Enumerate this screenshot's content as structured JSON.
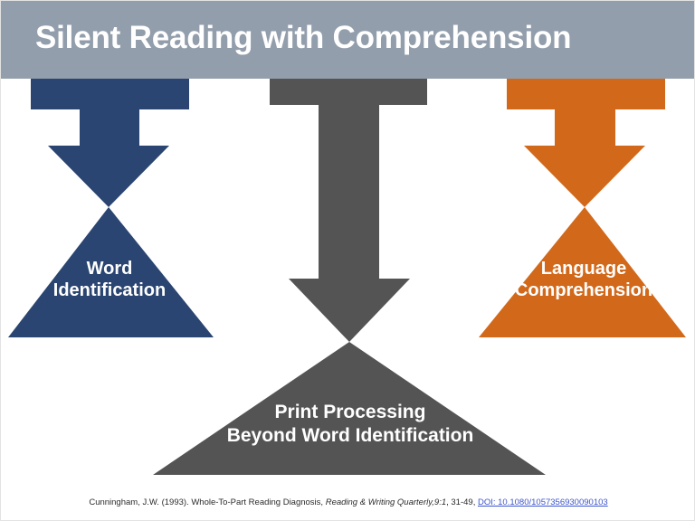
{
  "header": {
    "title": "Silent Reading with Comprehension",
    "background_color": "#939eac",
    "text_color": "#ffffff"
  },
  "diagram": {
    "type": "funnel-arrow-triangle-diagram",
    "shapes": [
      {
        "id": "word-identification",
        "label": "Word\nIdentification",
        "color": "#2a4571",
        "role": "left-input-arrow-and-triangle"
      },
      {
        "id": "print-processing",
        "label": "Print Processing\nBeyond Word Identification",
        "color": "#545454",
        "role": "center-input-arrow-and-triangle"
      },
      {
        "id": "language-comprehension",
        "label": "Language\nComprehension",
        "color": "#d2691a",
        "role": "right-input-arrow-and-triangle"
      }
    ],
    "colors": {
      "blue": "#2a4571",
      "gray": "#545454",
      "orange": "#d2691a",
      "header_gray": "#939eac",
      "background": "#ffffff"
    }
  },
  "citation": {
    "part1": "Cunningham, J.W. (1993). Whole-To-Part Reading Diagnosis, ",
    "journal": "Reading & Writing Quarterly,",
    "volume_issue": "9:1",
    "pages": ", 31-49, ",
    "doi_label": "DOI: 10.1080/1057356930090103",
    "link_color": "#3b55cc"
  }
}
